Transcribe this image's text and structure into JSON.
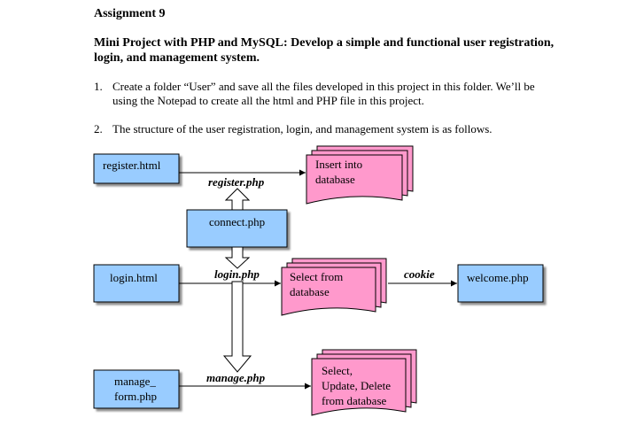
{
  "title": "Assignment 9",
  "heading": "Mini Project with PHP and MySQL: Develop a simple and functional user registration, login, and management system.",
  "items": [
    {
      "number": "1.",
      "text": "Create a folder “User” and save all the files developed in this project in this folder. We’ll be using the Notepad to create all the html and PHP file in this project."
    },
    {
      "number": "2.",
      "text": "The structure of the user registration, login, and management system is as follows."
    }
  ],
  "diagram": {
    "colors": {
      "blue_box": "#99ccff",
      "pink_doc": "#ff99cc",
      "stroke": "#000000"
    },
    "boxes": {
      "register": "register.html",
      "connect": "connect.php",
      "login": "login.html",
      "welcome": "welcome.php",
      "manage": [
        "manage_",
        "form.php"
      ]
    },
    "documents": {
      "insert": [
        "Insert into",
        "database"
      ],
      "select": [
        "Select from",
        "database"
      ],
      "update": [
        "Select,",
        "Update, Delete",
        "from database"
      ]
    },
    "labels": {
      "register_php": "register.php",
      "login_php": "login.php",
      "cookie": "cookie",
      "manage_php": "manage.php"
    }
  }
}
